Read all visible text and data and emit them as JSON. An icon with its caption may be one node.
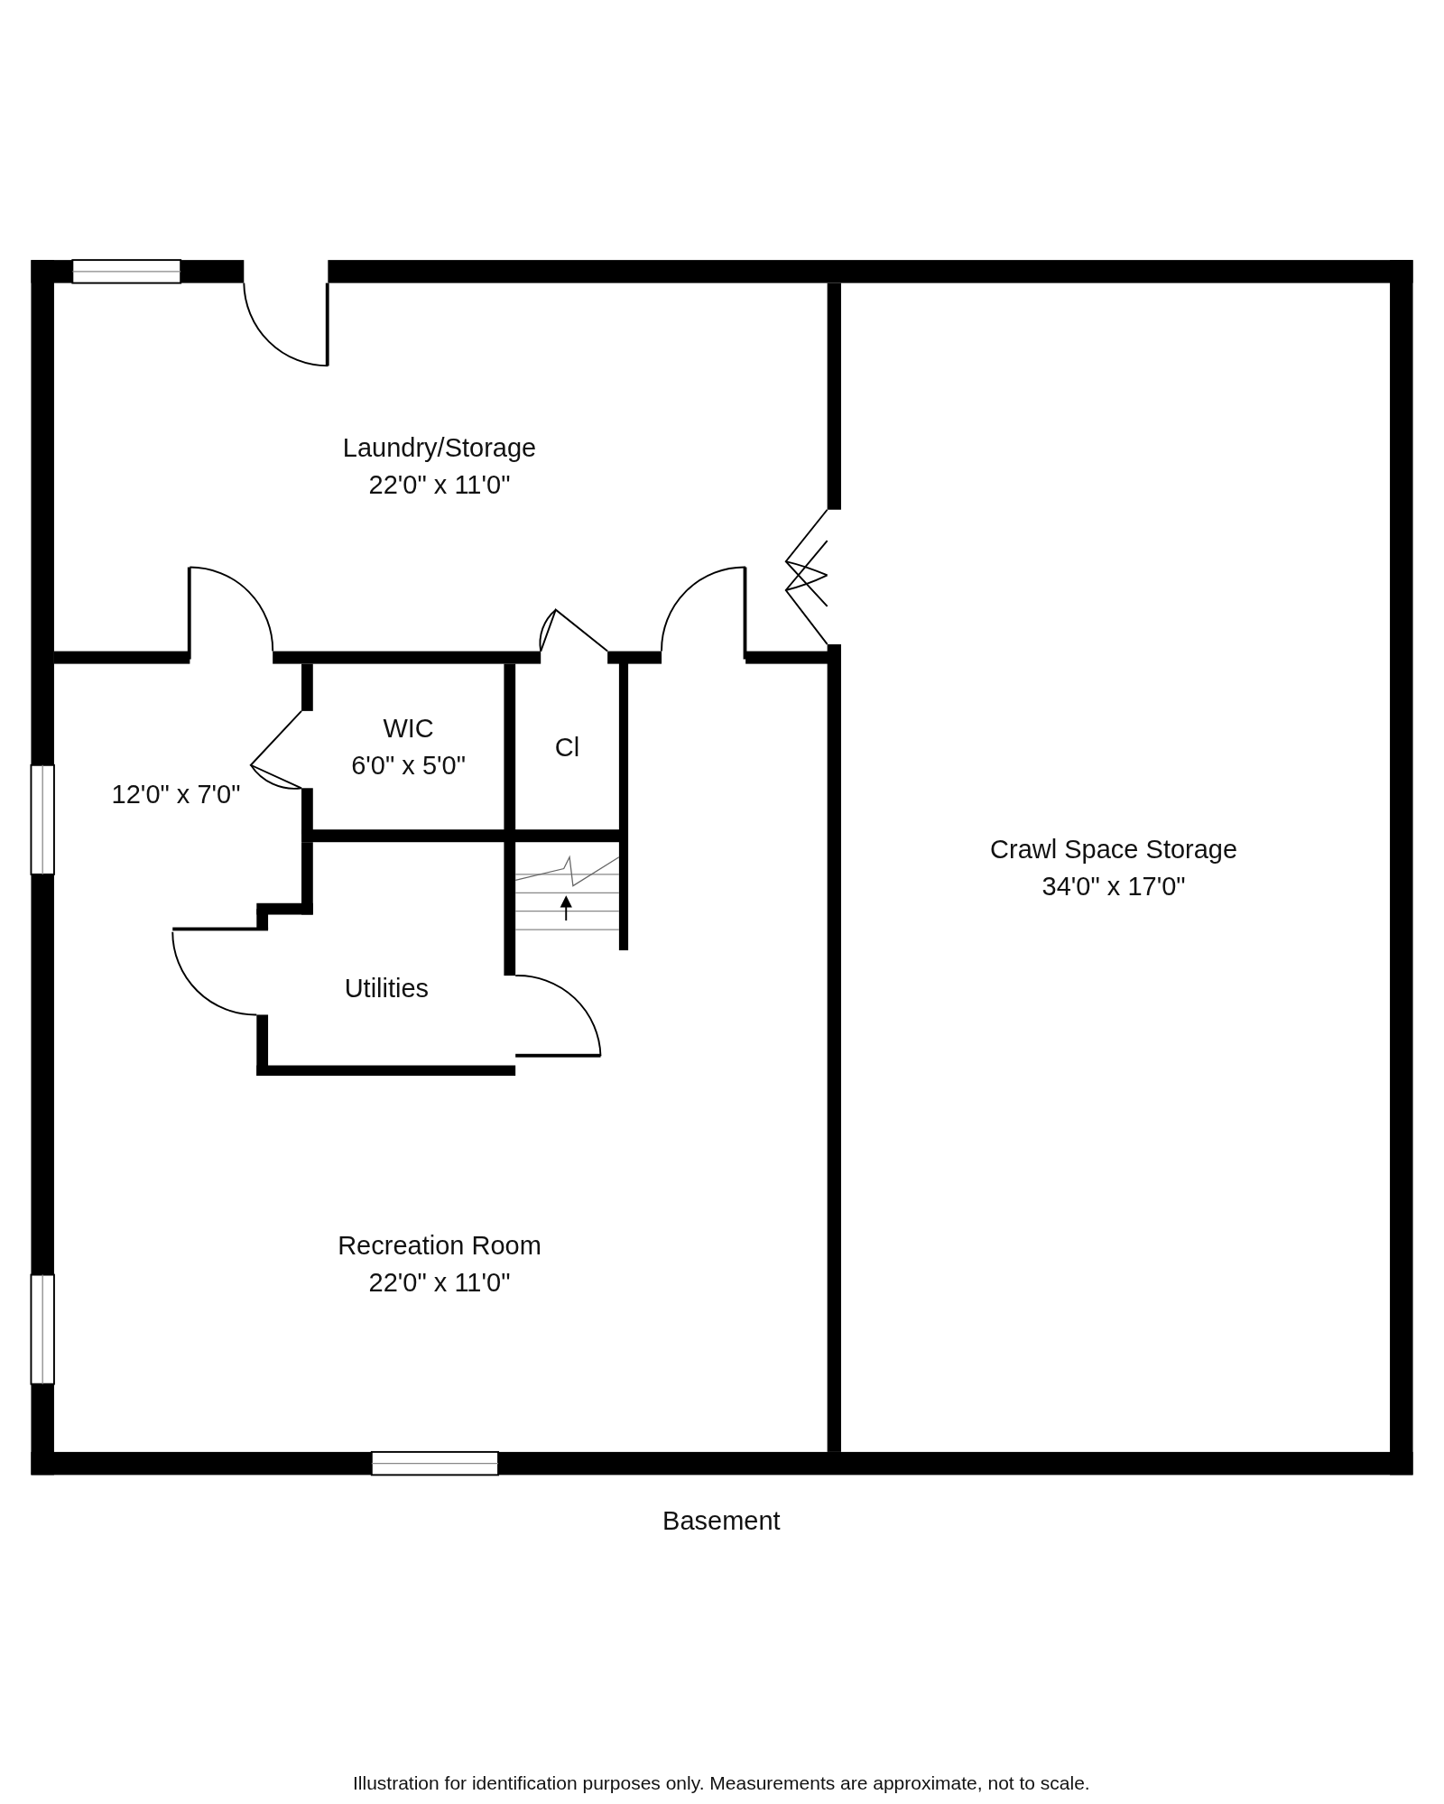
{
  "diagram": {
    "title": "Basement",
    "caption": "Illustration for identification purposes only. Measurements are approximate, not to scale.",
    "labels": [
      "Laundry/Storage",
      "22'0\" x 11'0\"",
      "WIC",
      "6'0\" x 5'0\"",
      "Cl",
      "12'0\" x 7'0\"",
      "Crawl Space Storage",
      "34'0\" x 17'0\"",
      "Utilities",
      "Recreation Room",
      "22'0\" x 11'0\""
    ]
  }
}
